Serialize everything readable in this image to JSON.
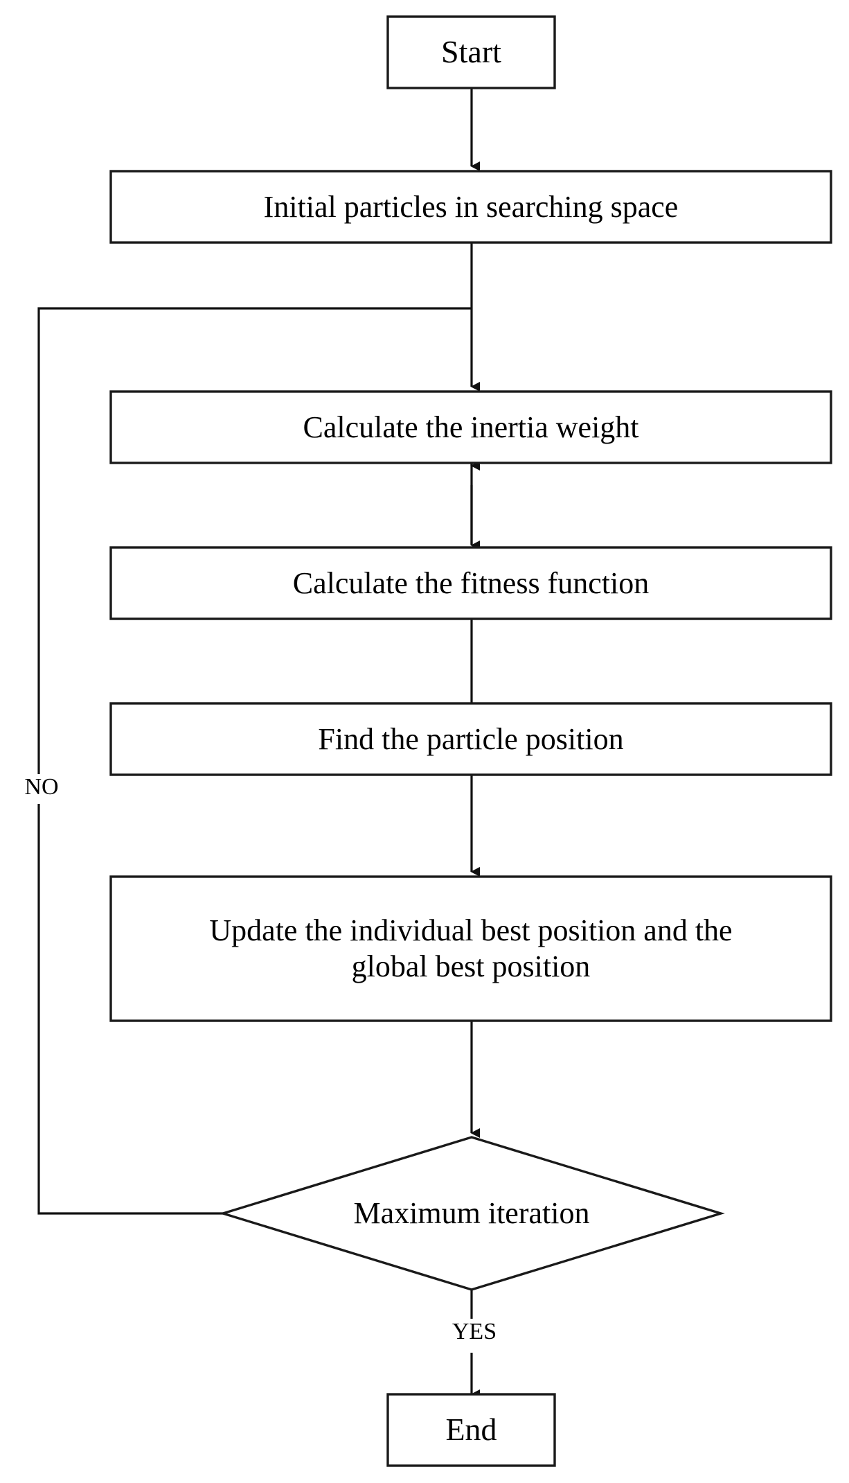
{
  "diagram": {
    "title": "Particle Swarm Optimization flowchart",
    "type": "flowchart",
    "stroke_color": "#1a1a1a",
    "fill_color": "#ffffff",
    "text_color": "#000000",
    "background": "#ffffff"
  },
  "nodes": [
    {
      "id": "start",
      "shape": "rectangle",
      "label": "Start"
    },
    {
      "id": "init",
      "shape": "rectangle",
      "label": "Initial particles in searching space"
    },
    {
      "id": "inertia",
      "shape": "rectangle",
      "label": "Calculate the inertia weight"
    },
    {
      "id": "fitness",
      "shape": "rectangle",
      "label": "Calculate the fitness function"
    },
    {
      "id": "find",
      "shape": "rectangle",
      "label": "Find the particle position"
    },
    {
      "id": "update",
      "shape": "rectangle",
      "label": "Update the individual best position and the\nglobal best position"
    },
    {
      "id": "maxiter",
      "shape": "diamond",
      "label": "Maximum iteration"
    },
    {
      "id": "end",
      "shape": "rectangle",
      "label": "End"
    }
  ],
  "edges": [
    {
      "from": "start",
      "to": "init",
      "label": ""
    },
    {
      "from": "init",
      "to": "inertia",
      "label": ""
    },
    {
      "from": "inertia",
      "to": "fitness",
      "label": ""
    },
    {
      "from": "fitness",
      "to": "find",
      "label": ""
    },
    {
      "from": "find",
      "to": "update",
      "label": ""
    },
    {
      "from": "update",
      "to": "maxiter",
      "label": ""
    },
    {
      "from": "maxiter",
      "to": "inertia",
      "label": "NO"
    },
    {
      "from": "maxiter",
      "to": "end",
      "label": "YES"
    }
  ],
  "edge_labels": {
    "no": "NO",
    "yes": "YES"
  }
}
